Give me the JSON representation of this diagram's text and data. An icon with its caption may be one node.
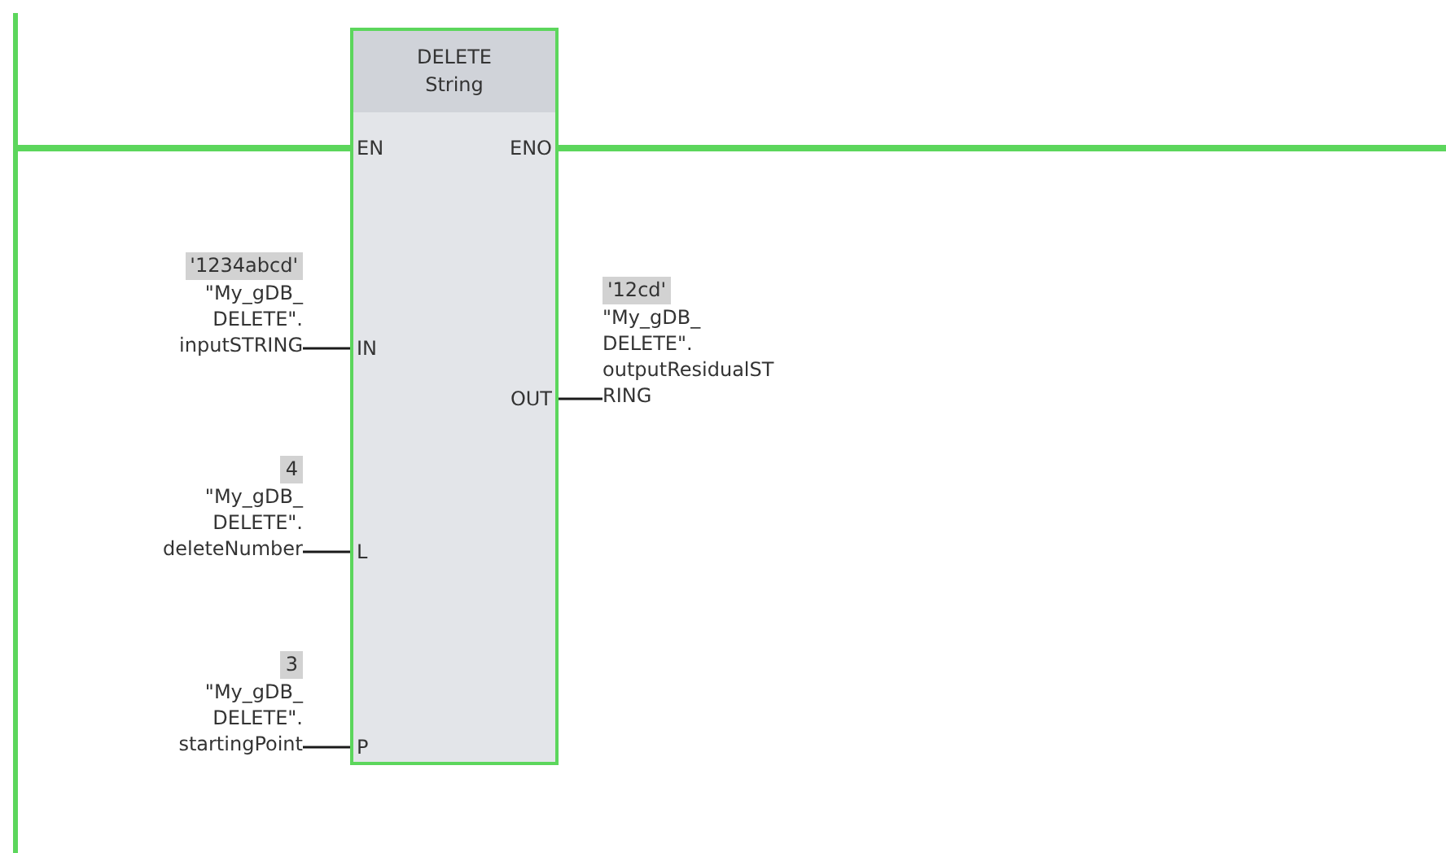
{
  "diagram": {
    "nodes": [
      {
        "text": [],
        "shape": "bar"
      },
      {
        "text": [
          "DELETE String"
        ]
      },
      {
        "text": [
          "EN"
        ],
        "in": 1
      },
      {
        "text": [
          "ENO"
        ],
        "in": 1
      },
      {
        "text": [
          "IN"
        ],
        "in": 1
      },
      {
        "text": [
          "OUT"
        ],
        "in": 1
      },
      {
        "text": [
          "L"
        ],
        "in": 1
      },
      {
        "text": [
          "P"
        ],
        "in": 1
      },
      {
        "text": [
          "'1234abcd'",
          "\"My_gDB_ DELETE\". inputSTRING"
        ]
      },
      {
        "text": [
          "'12cd'",
          "\"My_gDB_ DELETE\". outputResidualST RING"
        ]
      },
      {
        "text": [
          "4",
          "\"My_gDB_ DELETE\". deleteNumber"
        ]
      },
      {
        "text": [
          "3",
          "\"My_gDB_ DELETE\". startingPoint"
        ]
      }
    ],
    "edges": [
      {
        "from": 0,
        "to": 2,
        "arrow": "none",
        "style": "thick",
        "color": "#5cd65c"
      },
      {
        "from": 3,
        "to": null,
        "arrow": "none",
        "style": "thick",
        "color": "#5cd65c"
      },
      {
        "from": 8,
        "to": 4,
        "arrow": "none"
      },
      {
        "from": 5,
        "to": 9,
        "arrow": "none"
      },
      {
        "from": 10,
        "to": 6,
        "arrow": "none"
      },
      {
        "from": 11,
        "to": 7,
        "arrow": "none"
      }
    ]
  }
}
